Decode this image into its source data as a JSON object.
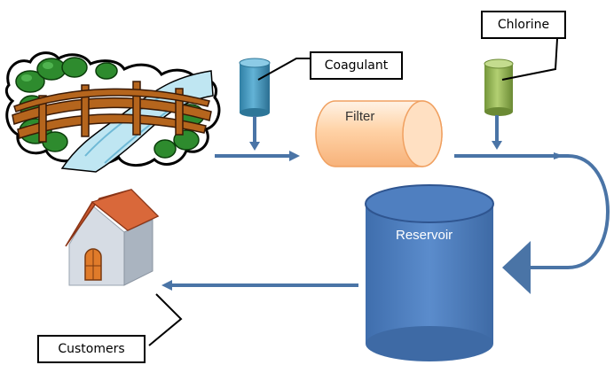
{
  "labels": {
    "coagulant": "Coagulant",
    "chlorine": "Chlorine",
    "filter": "Filter",
    "reservoir": "Reservoir",
    "customers": "Customers"
  },
  "icons": {
    "source": "river-bridge-icon",
    "coagulant_tank": "cylinder-icon",
    "chlorine_tank": "cylinder-icon",
    "filter": "horizontal-cylinder-icon",
    "reservoir": "cylinder-icon",
    "customers": "house-icon"
  },
  "colors": {
    "flow_arrow": "#4a74a6",
    "coagulant": "#3e8fb5",
    "chlorine": "#8fb04a",
    "filter": "#ffcc99",
    "reservoir": "#4f7fc0",
    "house_roof": "#c8562c"
  }
}
